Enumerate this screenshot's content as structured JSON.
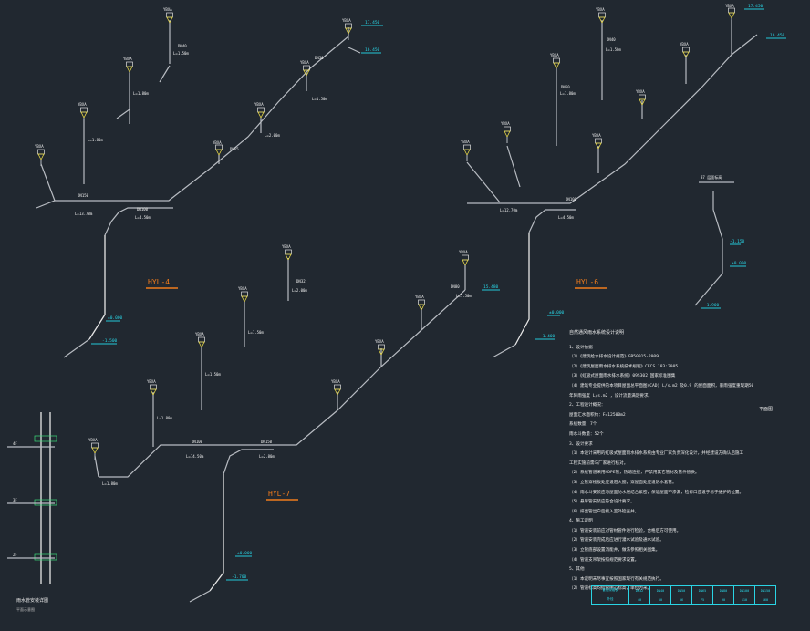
{
  "diagram": {
    "system_labels": [
      "HYL-4",
      "HYL-6",
      "HYL-7"
    ],
    "fixture_label": "YBXA",
    "pipe_labels": [
      "DN150",
      "DN100",
      "DN80",
      "DN65",
      "DN50",
      "DN40",
      "DN32"
    ],
    "length_labels": [
      "L=1.80m",
      "L=1.50m",
      "L=2.00m",
      "L=13.78m",
      "L=4.50m",
      "L=14.50m",
      "L=2.80m",
      "L=12.70m"
    ],
    "elevation_labels": [
      "17.450",
      "16.450",
      "15.480",
      "-1.150",
      "±0.000",
      "-1.500",
      "-1.700",
      "-1.400",
      "-1.900"
    ],
    "wall_label": "87 层面标高",
    "right_label": "平面图",
    "side_floor_labels": [
      "4F",
      "3F",
      "2F"
    ]
  },
  "notes": {
    "title": "自然通风雨水系统设计说明",
    "lines": [
      "1、设计依据",
      "（1）《建筑给水排水设计规范》GB50015-2009",
      "（2）《建筑屋面雨水排水系统技术规程》CECS 183:2005",
      "（3）《虹吸式屋面雨水排水系统》09S302 国家标准图集",
      "（4）建筑专业提供的本项目屋面总平面图(CAD) L/s.m2 及0.9 的屋面面积，暴雨强度重现期50",
      "年降雨强度 L/s.m2 ，设计流量满足要求。",
      "2、工程设计概况：",
      "   屋面汇水面积约：F=12500m2",
      "   系统数量：7个",
      "   雨水斗数量：52个",
      "3、设计要求",
      "（1）本设计采用的虹吸式屋面雨水排水系统由专业厂家负责深化设计，并经建设方确认后施工",
      "工程实施前需与厂家进行核对。",
      "（2）系统管道采用HDPE管，热熔连接，严禁用其它管材及管件替换。",
      "（3）立管穿楼板处应设阻火圈，穿屋面处应设防水套管。",
      "（4）雨水斗安装应与屋面防水层结合紧密，保证屋面不渗漏，检修口应设于易于维护的位置。",
      "（5）悬吊管安装应符合设计要求。",
      "（6）排出管出户后接入室外检查井。",
      "4、施工说明",
      "（1）管道安装前应对管材管件进行检验，合格后方可使用。",
      "（2）管道安装完成后应进行灌水试验及通水试验。",
      "（3）立管底部设置消能井，做法参照相关图集。",
      "（4）管道支吊架按照规范要求设置。",
      "5、其他",
      "（1）本说明未尽事宜按照国家现行有关规范执行。",
      "（2）管道标高均指管中心标高，单位为米。"
    ]
  },
  "legend": {
    "title": "雨水管安装详图",
    "subtitle": "平面示意图"
  },
  "spec_table": {
    "header": [
      "管径规格表",
      "DN32",
      "DN40",
      "DN50",
      "DN65",
      "DN80",
      "DN100",
      "DN150"
    ],
    "row": [
      "外径",
      "40",
      "50",
      "56",
      "75",
      "90",
      "110",
      "160"
    ]
  },
  "colors": {
    "background": "#212830",
    "pipe": "#b8bcc2",
    "label": "#eeeeee",
    "elevation": "#22c8d8",
    "system_label": "#f07c1c",
    "fixture": "#e8d84a"
  }
}
